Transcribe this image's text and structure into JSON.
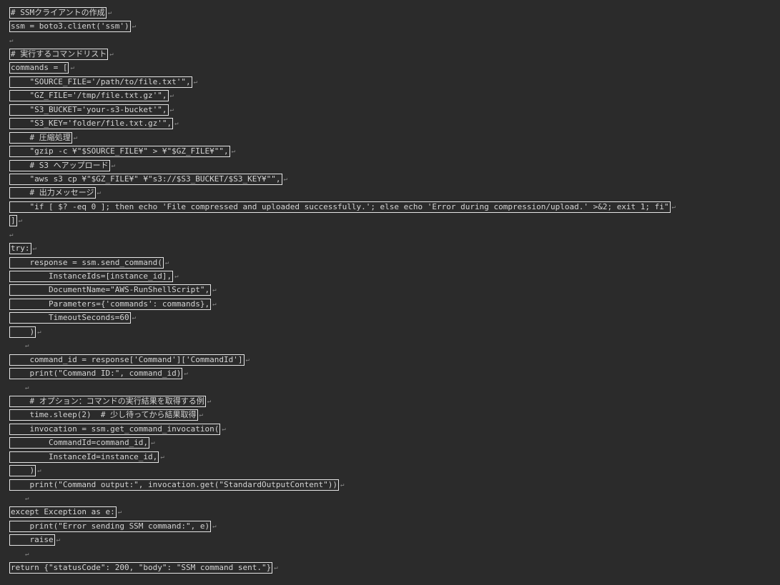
{
  "editor": {
    "paragraph_mark": "↵",
    "lines": [
      {
        "text": "# SSMクライアントの作成",
        "type": "code"
      },
      {
        "text": "ssm = boto3.client('ssm')",
        "type": "code"
      },
      {
        "text": "",
        "type": "blank"
      },
      {
        "text": "# 実行するコマンドリスト",
        "type": "code"
      },
      {
        "text": "commands = [",
        "type": "code"
      },
      {
        "text": "    \"SOURCE_FILE='/path/to/file.txt'\",",
        "type": "code"
      },
      {
        "text": "    \"GZ_FILE='/tmp/file.txt.gz'\",",
        "type": "code"
      },
      {
        "text": "    \"S3_BUCKET='your-s3-bucket'\",",
        "type": "code"
      },
      {
        "text": "    \"S3_KEY='folder/file.txt.gz'\",",
        "type": "code"
      },
      {
        "text": "    # 圧縮処理",
        "type": "code"
      },
      {
        "text": "    \"gzip -c ¥\"$SOURCE_FILE¥\" > ¥\"$GZ_FILE¥\"\",",
        "type": "code"
      },
      {
        "text": "    # S3 へアップロード",
        "type": "code"
      },
      {
        "text": "    \"aws s3 cp ¥\"$GZ_FILE¥\" ¥\"s3://$S3_BUCKET/$S3_KEY¥\"\",",
        "type": "code"
      },
      {
        "text": "    # 出力メッセージ",
        "type": "code"
      },
      {
        "text": "    \"if [ $? -eq 0 ]; then echo 'File compressed and uploaded successfully.'; else echo 'Error during compression/upload.' >&2; exit 1; fi\"",
        "type": "code"
      },
      {
        "text": "]",
        "type": "code"
      },
      {
        "text": "",
        "type": "blank"
      },
      {
        "text": "try:",
        "type": "code"
      },
      {
        "text": "    response = ssm.send_command(",
        "type": "code"
      },
      {
        "text": "        InstanceIds=[instance_id],",
        "type": "code"
      },
      {
        "text": "        DocumentName=\"AWS-RunShellScript\",",
        "type": "code"
      },
      {
        "text": "        Parameters={'commands': commands},",
        "type": "code"
      },
      {
        "text": "        TimeoutSeconds=60",
        "type": "code"
      },
      {
        "text": "    )",
        "type": "code"
      },
      {
        "text": "",
        "type": "blank-indent"
      },
      {
        "text": "    command_id = response['Command']['CommandId']",
        "type": "code"
      },
      {
        "text": "    print(\"Command ID:\", command_id)",
        "type": "code"
      },
      {
        "text": "",
        "type": "blank-indent"
      },
      {
        "text": "    # オプション：コマンドの実行結果を取得する例",
        "type": "code"
      },
      {
        "text": "    time.sleep(2)  # 少し待ってから結果取得",
        "type": "code"
      },
      {
        "text": "    invocation = ssm.get_command_invocation(",
        "type": "code"
      },
      {
        "text": "        CommandId=command_id,",
        "type": "code"
      },
      {
        "text": "        InstanceId=instance_id,",
        "type": "code"
      },
      {
        "text": "    )",
        "type": "code"
      },
      {
        "text": "    print(\"Command output:\", invocation.get(\"StandardOutputContent\"))",
        "type": "code"
      },
      {
        "text": "",
        "type": "blank-indent"
      },
      {
        "text": "except Exception as e:",
        "type": "code"
      },
      {
        "text": "    print(\"Error sending SSM command:\", e)",
        "type": "code"
      },
      {
        "text": "    raise",
        "type": "code"
      },
      {
        "text": "",
        "type": "blank-indent"
      },
      {
        "text": "return {\"statusCode\": 200, \"body\": \"SSM command sent.\"}",
        "type": "code"
      }
    ]
  }
}
